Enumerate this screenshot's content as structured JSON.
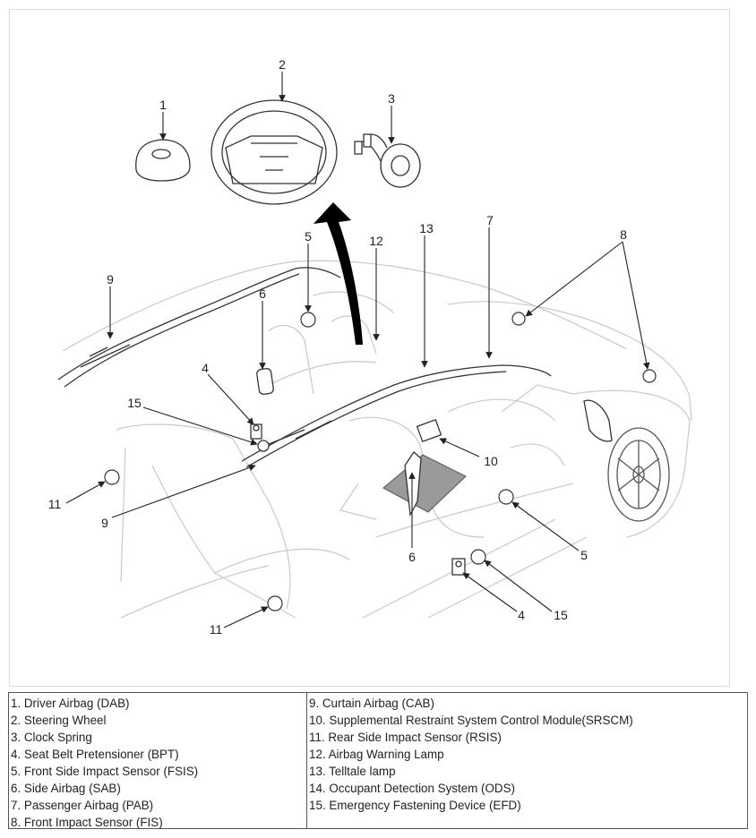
{
  "callouts": {
    "c1": "1",
    "c2": "2",
    "c3": "3",
    "c4a": "4",
    "c4b": "4",
    "c5a": "5",
    "c5b": "5",
    "c6a": "6",
    "c6b": "6",
    "c7": "7",
    "c8": "8",
    "c9a": "9",
    "c9b": "9",
    "c10": "10",
    "c11a": "11",
    "c11b": "11",
    "c12": "12",
    "c13": "13",
    "c15a": "15",
    "c15b": "15"
  },
  "legend": {
    "left": [
      "1. Driver Airbag (DAB)",
      "2. Steering Wheel",
      "3. Clock Spring",
      "4. Seat Belt Pretensioner (BPT)",
      "5. Front Side Impact Sensor (FSIS)",
      "6. Side Airbag (SAB)",
      "7. Passenger Airbag (PAB)",
      "8. Front Impact Sensor (FIS)"
    ],
    "right": [
      "9. Curtain Airbag (CAB)",
      "10. Supplemental Restraint System Control Module(SRSCM)",
      "11. Rear Side Impact Sensor (RSIS)",
      "12. Airbag Warning Lamp",
      "13. Telltale lamp",
      "14. Occupant Detection System (ODS)",
      "15. Emergency Fastening Device (EFD)"
    ]
  },
  "colors": {
    "line": "#222222",
    "ghost": "#c8c8c8",
    "arrow_fill": "#000000",
    "mat": "#9a9a9a"
  }
}
